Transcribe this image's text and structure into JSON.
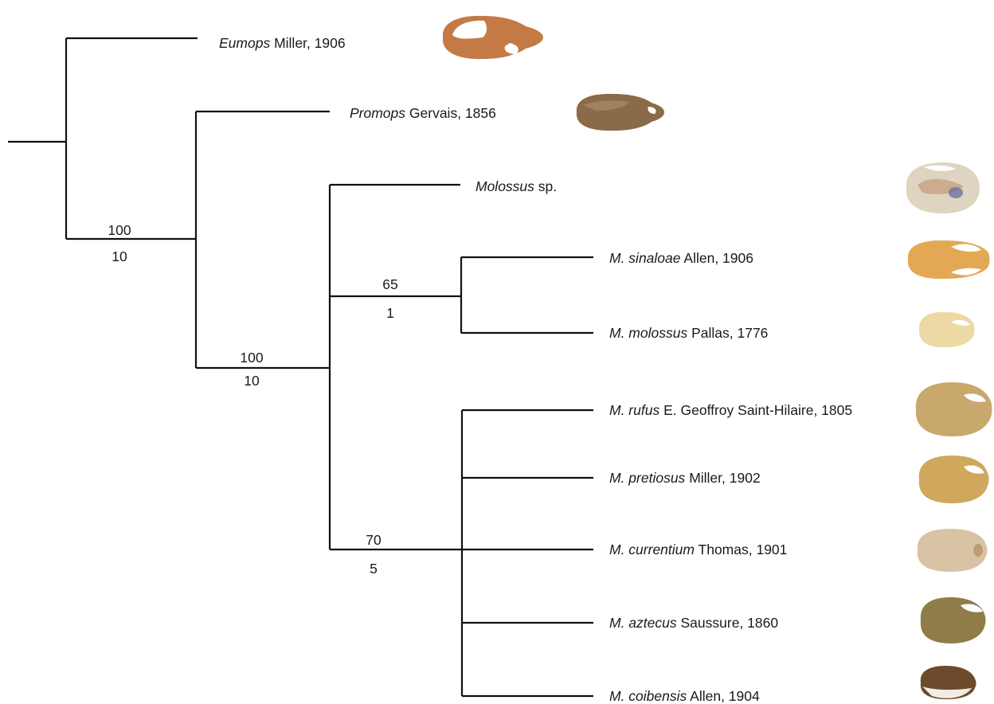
{
  "colors": {
    "branch": "#111111",
    "text": "#1a1a1a"
  },
  "taxa": [
    {
      "id": "eumops",
      "name": "Eumops",
      "authority": "Miller, 1906",
      "skull": "tan-skull-icon"
    },
    {
      "id": "promops",
      "name": "Promops",
      "authority": "Gervais, 1856",
      "skull": "brown-skull-icon"
    },
    {
      "id": "molossus_sp",
      "name": "Molossus",
      "authority": "sp.",
      "skull": "pale-skull-icon"
    },
    {
      "id": "sinaloae",
      "name": "M. sinaloae",
      "authority": "Allen, 1906",
      "skull": "orange-skull-icon"
    },
    {
      "id": "molossus",
      "name": "M. molossus",
      "authority": "Pallas, 1776",
      "skull": "cream-skull-icon"
    },
    {
      "id": "rufus",
      "name": "M. rufus",
      "authority": "E. Geoffroy Saint-Hilaire, 1805",
      "skull": "olive-skull-icon"
    },
    {
      "id": "pretiosus",
      "name": "M. pretiosus",
      "authority": "Miller, 1902",
      "skull": "ochre-skull-icon"
    },
    {
      "id": "currentium",
      "name": "M. currentium",
      "authority": "Thomas, 1901",
      "skull": "beige-skull-icon"
    },
    {
      "id": "aztecus",
      "name": "M. aztecus",
      "authority": "Saussure, 1860",
      "skull": "dark-olive-skull-icon"
    },
    {
      "id": "coibensis",
      "name": "M. coibensis",
      "authority": "Allen, 1904",
      "skull": "dark-brown-skull-icon"
    }
  ],
  "supports": [
    {
      "node": "node-promops-molossus",
      "top": "100",
      "bottom": "10"
    },
    {
      "node": "node-molossus-genus",
      "top": "100",
      "bottom": "10"
    },
    {
      "node": "node-sinaloae-molossus",
      "top": "65",
      "bottom": "1"
    },
    {
      "node": "node-rufus-group",
      "top": "70",
      "bottom": "5"
    }
  ]
}
